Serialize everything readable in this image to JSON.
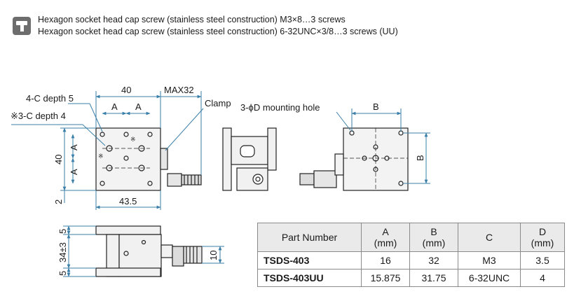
{
  "header": {
    "icon": "screw-head-icon",
    "line1": "Hexagon socket head cap screw (stainless steel construction) M3×8…3 screws",
    "line2": "Hexagon socket head cap screw (stainless steel construction) 6-32UNC×3/8…3 screws (UU)"
  },
  "drawing": {
    "labels": {
      "dim_40_top": "40",
      "max32": "MAX32",
      "clamp": "Clamp",
      "mounting_hole": "3-ϕD mounting hole",
      "c4_depth5": "4-C depth 5",
      "c3_depth4": "※3-C depth 4",
      "dim_A1": "A",
      "dim_A2": "A",
      "dim_A_left1": "A",
      "dim_A_left2": "A",
      "dim_40_left": "40",
      "dim_2": "2",
      "dim_43_5": "43.5",
      "dim_B_top": "B",
      "dim_B_right": "B",
      "dim_5_top": "5",
      "dim_34": "34±3",
      "dim_5_bot": "5",
      "dim_10": "10",
      "ref_mark_1": "※",
      "ref_mark_2": "※"
    }
  },
  "table": {
    "headers": [
      {
        "text": "Part Number",
        "unit": ""
      },
      {
        "text": "A",
        "unit": "(mm)"
      },
      {
        "text": "B",
        "unit": "(mm)"
      },
      {
        "text": "C",
        "unit": ""
      },
      {
        "text": "D",
        "unit": "(mm)"
      }
    ],
    "rows": [
      {
        "part": "TSDS-403",
        "a": "16",
        "b": "32",
        "c": "M3",
        "d": "3.5"
      },
      {
        "part": "TSDS-403UU",
        "a": "15.875",
        "b": "31.75",
        "c": "6-32UNC",
        "d": "4"
      }
    ]
  }
}
